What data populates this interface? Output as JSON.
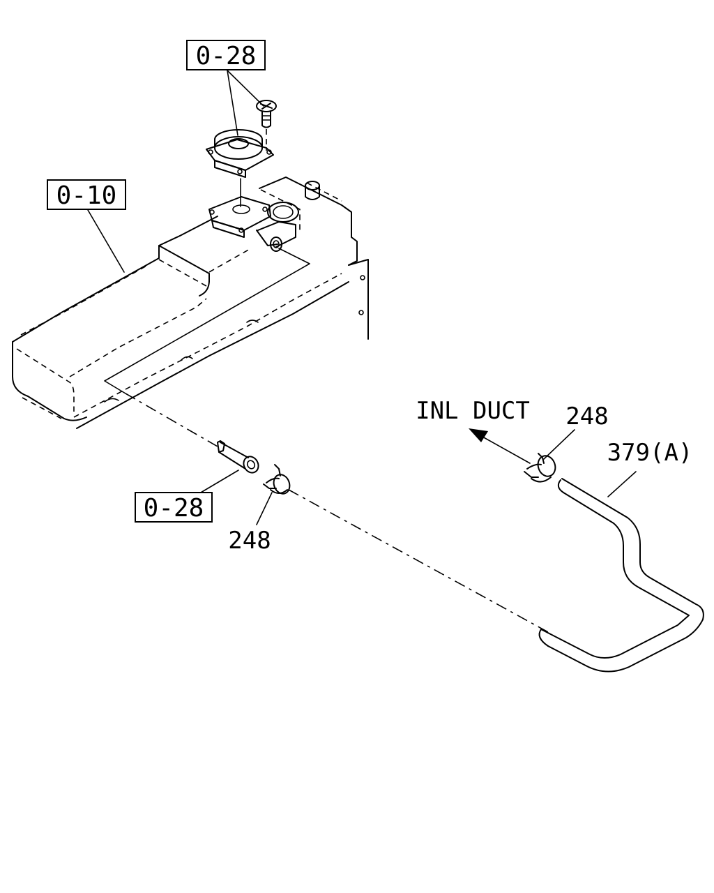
{
  "labels": {
    "ref_top": "0-28",
    "ref_cover": "0-10",
    "ref_pipe": "0-28",
    "clamp_right": "248",
    "clamp_left": "248",
    "hose": "379(A)",
    "direction": "INL DUCT"
  }
}
